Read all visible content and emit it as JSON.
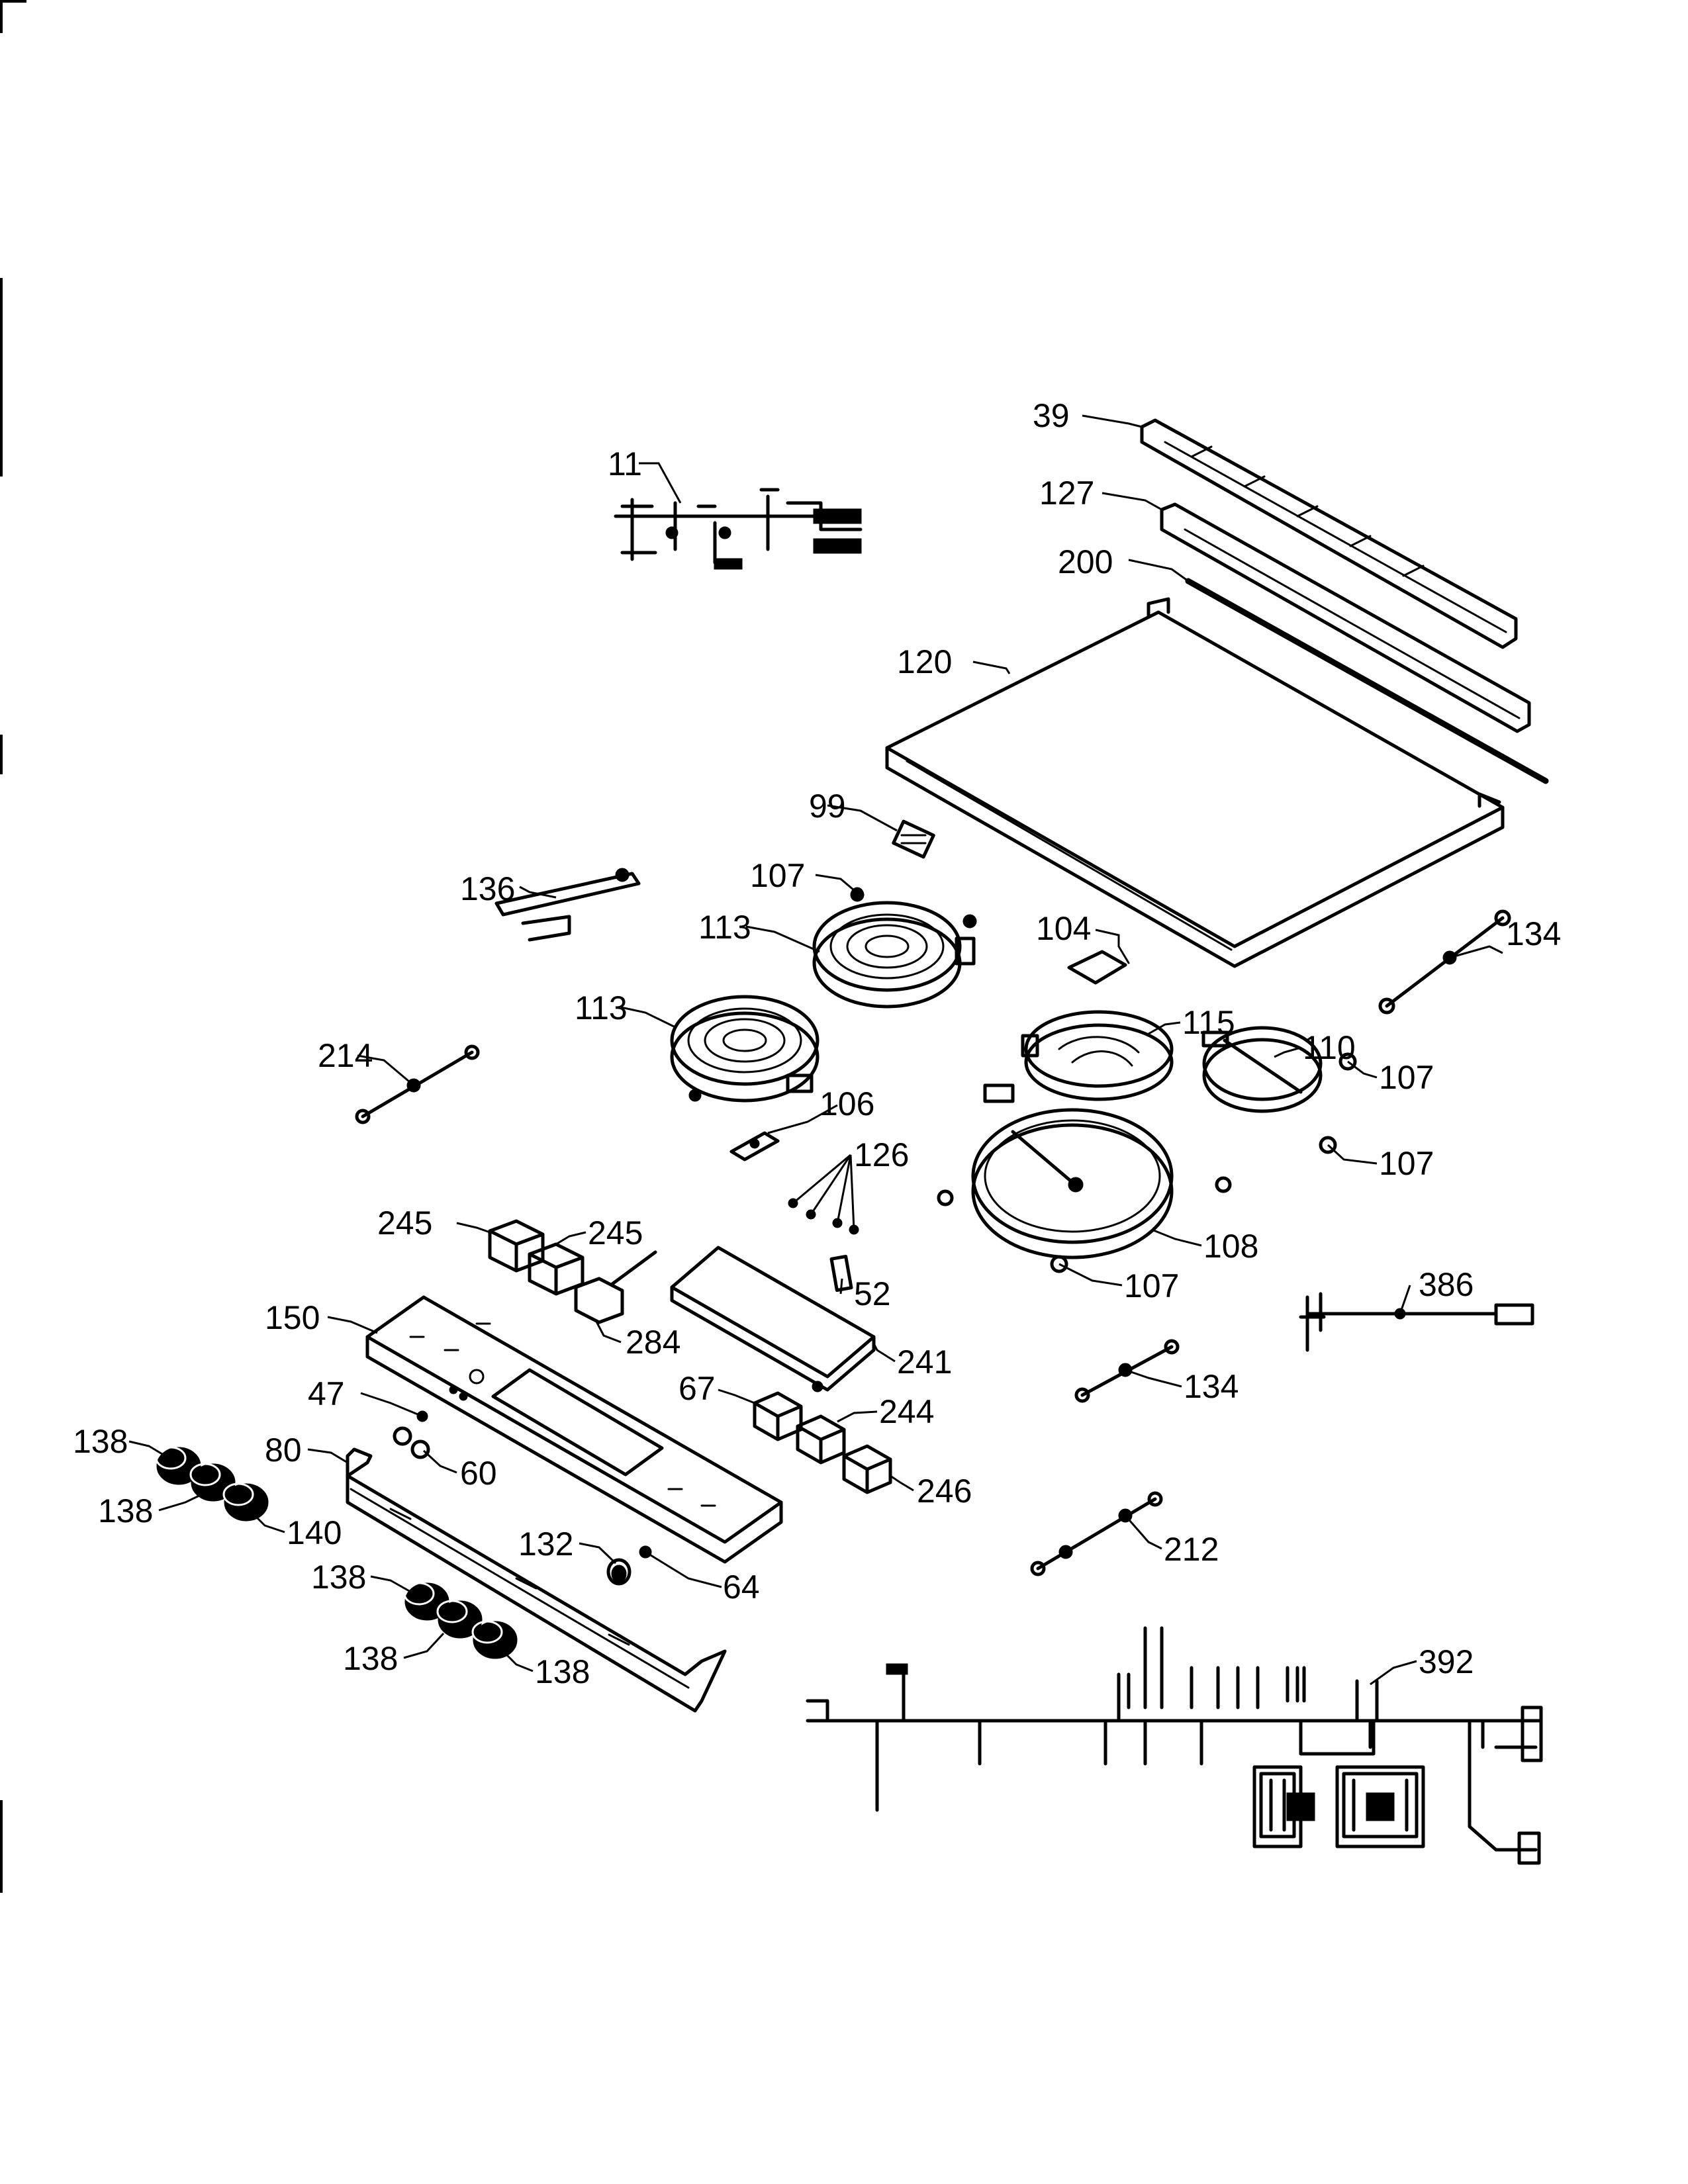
{
  "labels": [
    {
      "key": "l11",
      "text": "11"
    },
    {
      "key": "l39",
      "text": "39"
    },
    {
      "key": "l127",
      "text": "127"
    },
    {
      "key": "l200",
      "text": "200"
    },
    {
      "key": "l120",
      "text": "120"
    },
    {
      "key": "l99",
      "text": "99"
    },
    {
      "key": "l136",
      "text": "136"
    },
    {
      "key": "l107a",
      "text": "107"
    },
    {
      "key": "l113a",
      "text": "113"
    },
    {
      "key": "l104",
      "text": "104"
    },
    {
      "key": "l134a",
      "text": "134"
    },
    {
      "key": "l113b",
      "text": "113"
    },
    {
      "key": "l115",
      "text": "115"
    },
    {
      "key": "l214",
      "text": "214"
    },
    {
      "key": "l110",
      "text": "110"
    },
    {
      "key": "l107b",
      "text": "107"
    },
    {
      "key": "l106",
      "text": "106"
    },
    {
      "key": "l107c",
      "text": "107"
    },
    {
      "key": "l126",
      "text": "126"
    },
    {
      "key": "l245a",
      "text": "245"
    },
    {
      "key": "l245b",
      "text": "245"
    },
    {
      "key": "l108",
      "text": "108"
    },
    {
      "key": "l107d",
      "text": "107"
    },
    {
      "key": "l52",
      "text": "52"
    },
    {
      "key": "l386",
      "text": "386"
    },
    {
      "key": "l150",
      "text": "150"
    },
    {
      "key": "l284",
      "text": "284"
    },
    {
      "key": "l241",
      "text": "241"
    },
    {
      "key": "l134b",
      "text": "134"
    },
    {
      "key": "l47",
      "text": "47"
    },
    {
      "key": "l67",
      "text": "67"
    },
    {
      "key": "l244",
      "text": "244"
    },
    {
      "key": "l138a",
      "text": "138"
    },
    {
      "key": "l80",
      "text": "80"
    },
    {
      "key": "l60",
      "text": "60"
    },
    {
      "key": "l246",
      "text": "246"
    },
    {
      "key": "l138b",
      "text": "138"
    },
    {
      "key": "l140",
      "text": "140"
    },
    {
      "key": "l132",
      "text": "132"
    },
    {
      "key": "l212",
      "text": "212"
    },
    {
      "key": "l64",
      "text": "64"
    },
    {
      "key": "l138c",
      "text": "138"
    },
    {
      "key": "l138d",
      "text": "138"
    },
    {
      "key": "l138e",
      "text": "138"
    },
    {
      "key": "l392",
      "text": "392"
    }
  ]
}
